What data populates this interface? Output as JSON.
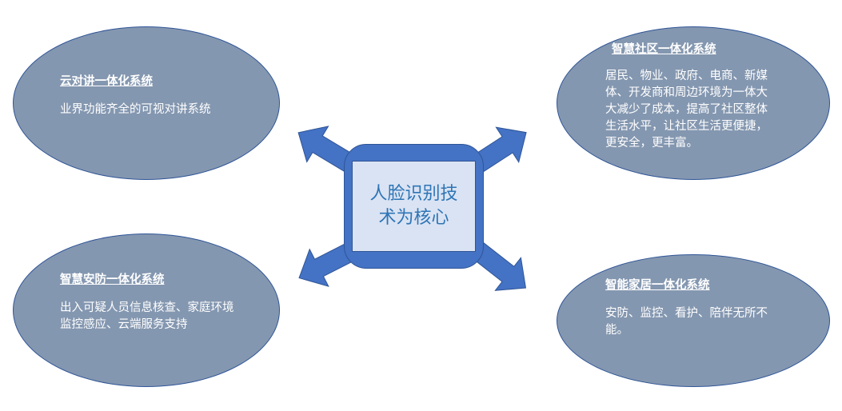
{
  "center": {
    "label": "人脸识别技术为核心"
  },
  "nodes": [
    {
      "title": "云对讲一体化系统",
      "body": "业界功能齐全的可视对讲系统"
    },
    {
      "title": "智慧社区一体化系统",
      "body": "居民、物业、政府、电商、新媒体、开发商和周边环境为一体大大减少了成本，提高了社区整体生活水平，让社区生活更便捷，更安全，更丰富。"
    },
    {
      "title": "智慧安防一体化系统",
      "body": "出入可疑人员信息核查、家庭环境监控感应、云端服务支持"
    },
    {
      "title": "智能家居一体化系统",
      "body": "安防、监控、看护、陪伴无所不能。"
    }
  ],
  "colors": {
    "ellipse": "#8497b0",
    "border": "#2f5597",
    "core": "#4472c4",
    "core_inner": "#dae3f3",
    "core_text": "#2e75b6"
  }
}
